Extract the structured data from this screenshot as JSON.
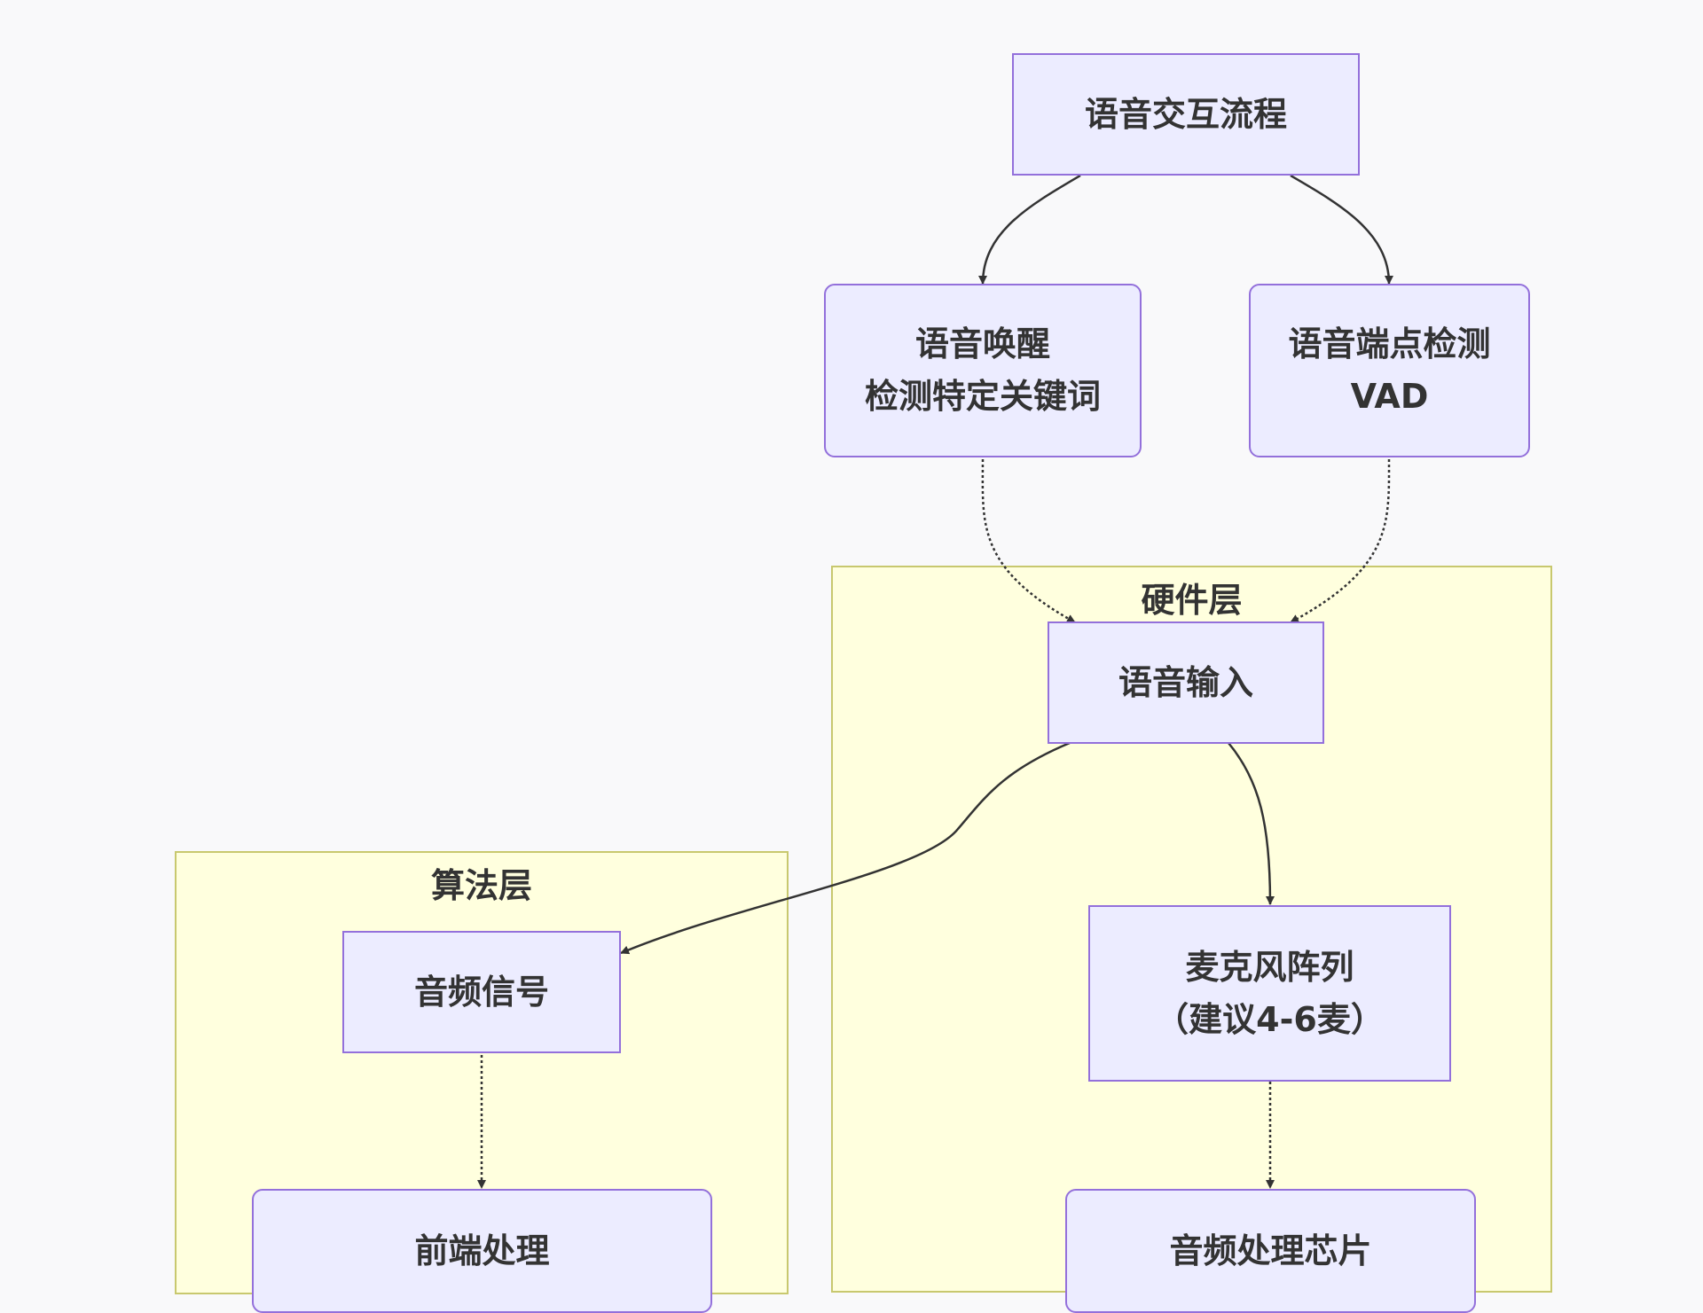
{
  "clusters": {
    "hardware": {
      "title": "硬件层"
    },
    "algorithm": {
      "title": "算法层"
    }
  },
  "nodes": {
    "flow": {
      "lines": [
        "语音交互流程"
      ]
    },
    "wake": {
      "lines": [
        "语音唤醒",
        "检测特定关键词"
      ]
    },
    "vad": {
      "lines": [
        "语音端点检测",
        "VAD"
      ]
    },
    "input": {
      "lines": [
        "语音输入"
      ]
    },
    "mic": {
      "lines": [
        "麦克风阵列",
        "（建议4-6麦）"
      ]
    },
    "chip": {
      "lines": [
        "音频处理芯片"
      ]
    },
    "signal": {
      "lines": [
        "音频信号"
      ]
    },
    "frontend": {
      "lines": [
        "前端处理"
      ]
    }
  },
  "colors": {
    "node_fill": "#ececff",
    "node_border": "#9370db",
    "cluster_fill": "#ffffde",
    "cluster_border": "#c8c86e",
    "edge": "#333333"
  }
}
